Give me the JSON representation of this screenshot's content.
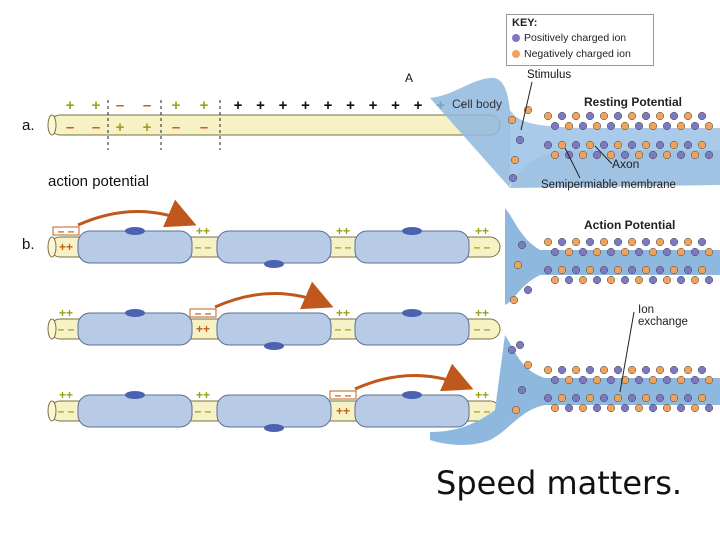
{
  "left": {
    "label_a": "a.",
    "label_b": "b.",
    "label_action_potential": "action potential",
    "pos": "+",
    "neg": "–",
    "pos2": "++",
    "neg2": "– –",
    "rows": [
      {
        "ap_node": 0
      },
      {
        "ap_node": 1
      },
      {
        "ap_node": 2
      }
    ]
  },
  "right": {
    "key_title": "KEY:",
    "key_positive": "Positively charged ion",
    "key_negative": "Negatively charged ion",
    "stimulus": "Stimulus",
    "resting_potential": "Resting Potential",
    "axon": "Axon",
    "semipermeable": "Semipermiable membrane",
    "action_potential": "Action Potential",
    "ion_exchange_1": "Ion",
    "ion_exchange_2": "exchange",
    "letter_a": "A",
    "partial_label": "Cell body"
  },
  "caption": "Speed matters.",
  "colors": {
    "axon_fill": "#f7f1c6",
    "myelin": "#b8cbe6",
    "myelin_edge": "#5a6f96",
    "nucleus": "#4a62b0",
    "plus": "#9aa21a",
    "minus": "#c2611a",
    "arrow": "#c0581e",
    "neuron_blue": "#8fb8df",
    "neg_ion": "#f0a25a",
    "pos_ion": "#7b78c4"
  }
}
